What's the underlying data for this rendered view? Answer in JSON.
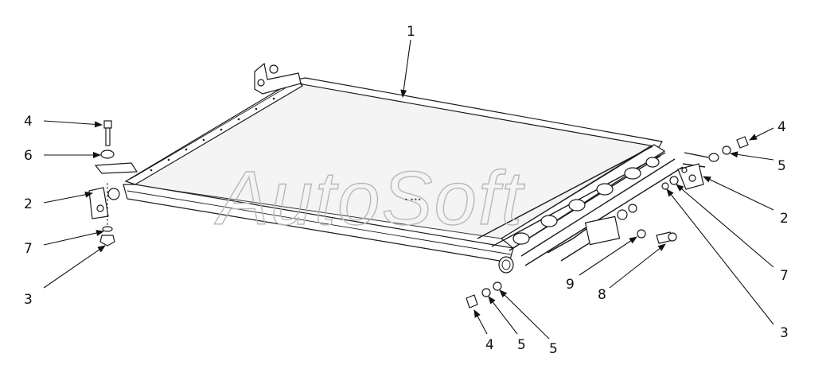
{
  "watermark": "AutoSoft",
  "callouts": [
    {
      "id": "c1",
      "label": "1"
    },
    {
      "id": "c4a",
      "label": "4"
    },
    {
      "id": "c6",
      "label": "6"
    },
    {
      "id": "c2a",
      "label": "2"
    },
    {
      "id": "c7a",
      "label": "7"
    },
    {
      "id": "c3a",
      "label": "3"
    },
    {
      "id": "c4b",
      "label": "4"
    },
    {
      "id": "c5a",
      "label": "5"
    },
    {
      "id": "c2b",
      "label": "2"
    },
    {
      "id": "c7b",
      "label": "7"
    },
    {
      "id": "c3b",
      "label": "3"
    },
    {
      "id": "c9",
      "label": "9"
    },
    {
      "id": "c8",
      "label": "8"
    },
    {
      "id": "c4c",
      "label": "4"
    },
    {
      "id": "c5b",
      "label": "5"
    },
    {
      "id": "c5c",
      "label": "5"
    }
  ]
}
